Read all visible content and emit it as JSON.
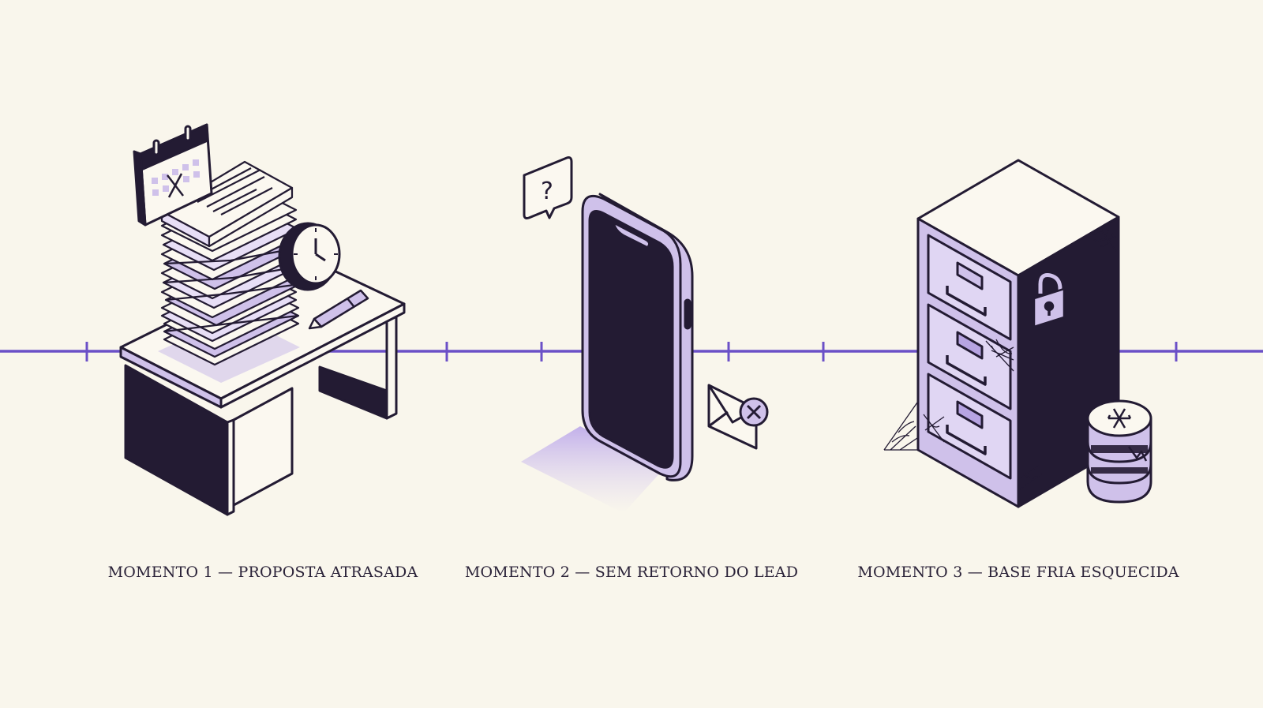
{
  "colors": {
    "background": "#f9f6ec",
    "ink": "#231b33",
    "purple": "#6b50c7",
    "lavender": "#cfc1ea",
    "lavender_light": "#e7def6",
    "paper": "#fbf8f0"
  },
  "timeline": {
    "tick_count": 8
  },
  "moments": [
    {
      "caption": "MOMENTO 1 — PROPOSTA ATRASADA",
      "icons": [
        "calendar-icon",
        "document-stack-icon",
        "clock-icon",
        "pen-icon",
        "desk-icon"
      ]
    },
    {
      "caption": "MOMENTO 2 — SEM RETORNO DO LEAD",
      "icons": [
        "question-bubble-icon",
        "smartphone-icon",
        "email-error-icon"
      ]
    },
    {
      "caption": "MOMENTO 3 — BASE FRIA ESQUECIDA",
      "icons": [
        "filing-cabinet-icon",
        "padlock-icon",
        "cobweb-icon",
        "frozen-database-icon"
      ]
    }
  ],
  "question_mark": "?"
}
